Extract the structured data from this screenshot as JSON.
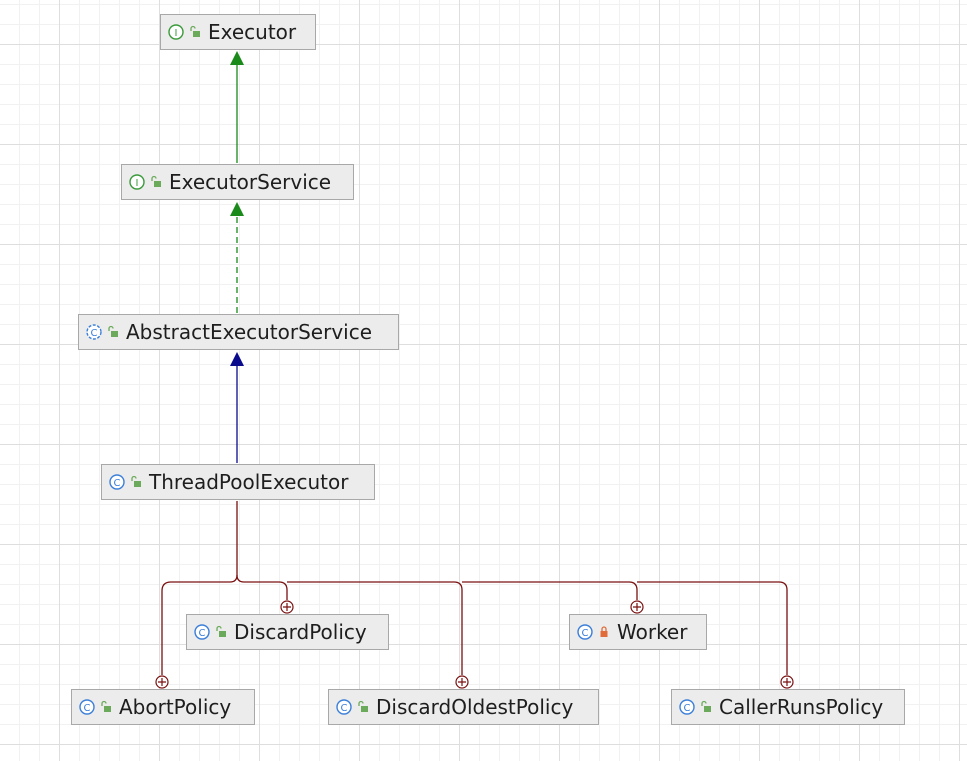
{
  "diagram": {
    "nodes": {
      "executor": {
        "label": "Executor",
        "kind": "interface",
        "visibility": "public"
      },
      "executor_service": {
        "label": "ExecutorService",
        "kind": "interface",
        "visibility": "public"
      },
      "abstract_executor_service": {
        "label": "AbstractExecutorService",
        "kind": "abstract-class",
        "visibility": "public"
      },
      "thread_pool_executor": {
        "label": "ThreadPoolExecutor",
        "kind": "class",
        "visibility": "public"
      },
      "discard_policy": {
        "label": "DiscardPolicy",
        "kind": "class",
        "visibility": "public"
      },
      "worker": {
        "label": "Worker",
        "kind": "class",
        "visibility": "private"
      },
      "abort_policy": {
        "label": "AbortPolicy",
        "kind": "class",
        "visibility": "public"
      },
      "discard_oldest_policy": {
        "label": "DiscardOldestPolicy",
        "kind": "class",
        "visibility": "public"
      },
      "caller_runs_policy": {
        "label": "CallerRunsPolicy",
        "kind": "class",
        "visibility": "public"
      }
    },
    "edges": [
      {
        "from": "executor_service",
        "to": "executor",
        "type": "extends-interface",
        "color": "#1a8a1a"
      },
      {
        "from": "abstract_executor_service",
        "to": "executor_service",
        "type": "implements",
        "color": "#1a8a1a"
      },
      {
        "from": "thread_pool_executor",
        "to": "abstract_executor_service",
        "type": "extends",
        "color": "#0a0a8c"
      },
      {
        "from": "thread_pool_executor",
        "to": "abort_policy",
        "type": "inner-class",
        "color": "#7a1010"
      },
      {
        "from": "thread_pool_executor",
        "to": "discard_policy",
        "type": "inner-class",
        "color": "#7a1010"
      },
      {
        "from": "thread_pool_executor",
        "to": "discard_oldest_policy",
        "type": "inner-class",
        "color": "#7a1010"
      },
      {
        "from": "thread_pool_executor",
        "to": "worker",
        "type": "inner-class",
        "color": "#7a1010"
      },
      {
        "from": "thread_pool_executor",
        "to": "caller_runs_policy",
        "type": "inner-class",
        "color": "#7a1010"
      }
    ]
  },
  "colors": {
    "interface_icon": "#3a9a3a",
    "class_icon": "#3b7fd9",
    "public_icon": "#6aaa5a",
    "private_icon": "#e06c3c"
  }
}
